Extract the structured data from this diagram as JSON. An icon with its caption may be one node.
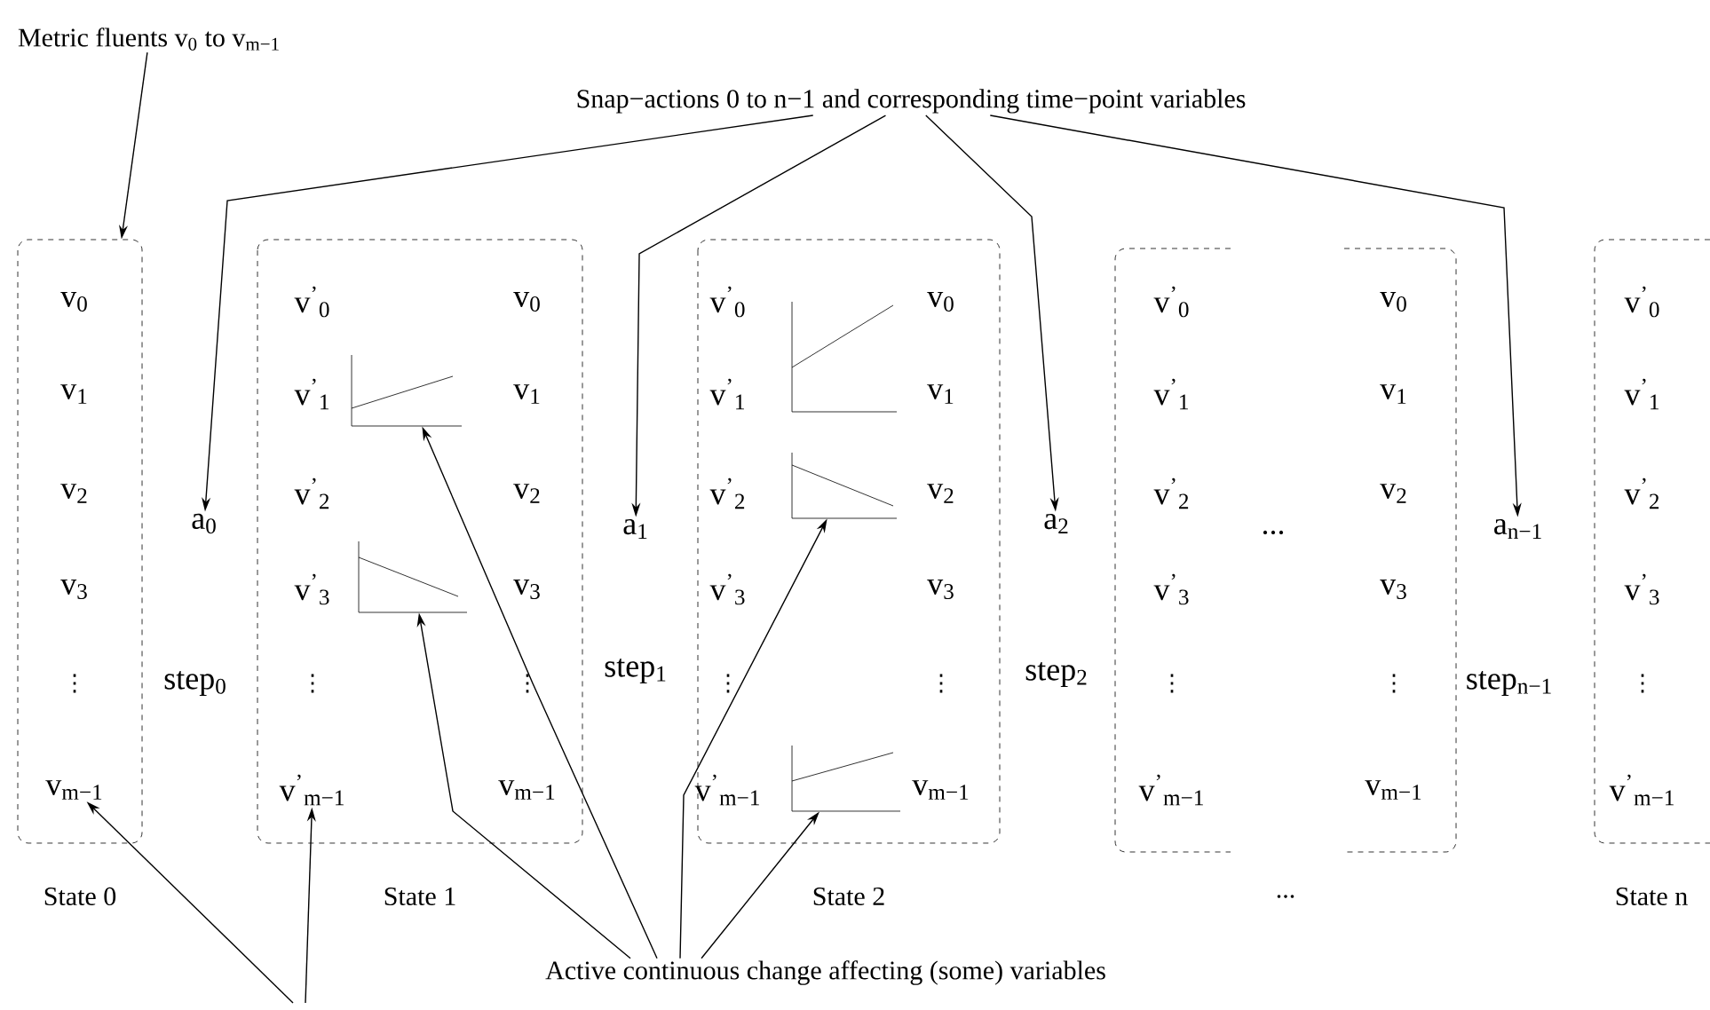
{
  "diagram": {
    "nodes": [
      {
        "text": [
          "Metric fluents v$_{0}$ to v$_{m−1}$"
        ]
      },
      {
        "text": [
          "Snap−actions 0 to n−1 and corresponding time−point variables"
        ]
      },
      {
        "text": [
          "State 0"
        ]
      },
      {
        "text": [
          "v$_{0}$"
        ],
        "in": 2
      },
      {
        "text": [
          "v$_{1}$"
        ],
        "in": 2
      },
      {
        "text": [
          "v$_{2}$"
        ],
        "in": 2
      },
      {
        "text": [
          "v$_{3}$"
        ],
        "in": 2
      },
      {
        "text": [
          "⋮"
        ],
        "in": 2
      },
      {
        "text": [
          "v$_{m−1}$"
        ],
        "in": 2
      },
      {
        "text": [
          "a$_{0}$"
        ]
      },
      {
        "text": [
          "State 1"
        ]
      },
      {
        "text": [
          "v$^{’}$$_{0}$"
        ],
        "in": 10
      },
      {
        "text": [
          "v$_{0}$"
        ],
        "in": 10
      },
      {
        "text": [
          "v$^{’}$$_{1}$"
        ],
        "in": 10
      },
      {
        "text": [
          "v$_{1}$"
        ],
        "in": 10
      },
      {
        "text": [
          "v$^{’}$$_{2}$"
        ],
        "in": 10
      },
      {
        "text": [
          "v$_{2}$"
        ],
        "in": 10
      },
      {
        "text": [
          "v$^{’}$$_{3}$"
        ],
        "in": 10
      },
      {
        "text": [
          "v$_{3}$"
        ],
        "in": 10
      },
      {
        "text": [
          "⋮"
        ],
        "in": 10
      },
      {
        "text": [
          "⋮"
        ],
        "in": 10
      },
      {
        "text": [
          "v$^{’}$$_{m−1}$"
        ],
        "in": 10
      },
      {
        "text": [
          "v$_{m−1}$"
        ],
        "in": 10
      },
      {
        "text": [],
        "shape": "graph",
        "in": 10
      },
      {
        "text": [],
        "shape": "graph",
        "in": 10
      },
      {
        "text": [
          "a$_{1}$"
        ]
      },
      {
        "text": [
          "State 2"
        ]
      },
      {
        "text": [
          "v$^{’}$$_{0}$"
        ],
        "in": 26
      },
      {
        "text": [
          "v$_{0}$"
        ],
        "in": 26
      },
      {
        "text": [
          "v$^{’}$$_{1}$"
        ],
        "in": 26
      },
      {
        "text": [
          "v$_{1}$"
        ],
        "in": 26
      },
      {
        "text": [
          "v$^{’}$$_{2}$"
        ],
        "in": 26
      },
      {
        "text": [
          "v$_{2}$"
        ],
        "in": 26
      },
      {
        "text": [
          "v$^{’}$$_{3}$"
        ],
        "in": 26
      },
      {
        "text": [
          "v$_{3}$"
        ],
        "in": 26
      },
      {
        "text": [
          "⋮"
        ],
        "in": 26
      },
      {
        "text": [
          "⋮"
        ],
        "in": 26
      },
      {
        "text": [
          "v$^{’}$$_{m−1}$"
        ],
        "in": 26
      },
      {
        "text": [
          "v$_{m−1}$"
        ],
        "in": 26
      },
      {
        "text": [],
        "shape": "graph",
        "in": 26
      },
      {
        "text": [],
        "shape": "graph",
        "in": 26
      },
      {
        "text": [],
        "shape": "graph",
        "in": 26
      },
      {
        "text": [
          "a$_{2}$"
        ]
      },
      {
        "text": [
          "..."
        ]
      },
      {
        "text": [
          "v$^{’}$$_{0}$"
        ],
        "in": 43
      },
      {
        "text": [
          "v$_{0}$"
        ],
        "in": 43
      },
      {
        "text": [
          "v$^{’}$$_{1}$"
        ],
        "in": 43
      },
      {
        "text": [
          "v$_{1}$"
        ],
        "in": 43
      },
      {
        "text": [
          "v$^{’}$$_{2}$"
        ],
        "in": 43
      },
      {
        "text": [
          "v$_{2}$"
        ],
        "in": 43
      },
      {
        "text": [
          "v$^{’}$$_{3}$"
        ],
        "in": 43
      },
      {
        "text": [
          "v$_{3}$"
        ],
        "in": 43
      },
      {
        "text": [
          "⋮"
        ],
        "in": 43
      },
      {
        "text": [
          "⋮"
        ],
        "in": 43
      },
      {
        "text": [
          "v$^{’}$$_{m−1}$"
        ],
        "in": 43
      },
      {
        "text": [
          "v$_{m−1}$"
        ],
        "in": 43
      },
      {
        "text": [
          "..."
        ],
        "in": 43
      },
      {
        "text": [
          "a$_{n−1}$"
        ]
      },
      {
        "text": [
          "State n"
        ]
      },
      {
        "text": [
          "v$^{’}$$_{0}$"
        ],
        "in": 58
      },
      {
        "text": [
          "v$^{’}$$_{1}$"
        ],
        "in": 58
      },
      {
        "text": [
          "v$^{’}$$_{2}$"
        ],
        "in": 58
      },
      {
        "text": [
          "v$^{’}$$_{3}$"
        ],
        "in": 58
      },
      {
        "text": [
          "⋮"
        ],
        "in": 58
      },
      {
        "text": [
          "v$^{’}$$_{m−1}$"
        ],
        "in": 58
      },
      {
        "text": [
          "Active continuous change affecting (some) variables"
        ]
      }
    ],
    "edges": [
      {
        "from": 0,
        "to": 2,
        "arrow": "to"
      },
      {
        "from": 1,
        "to": 9,
        "arrow": "to"
      },
      {
        "from": 1,
        "to": 25,
        "arrow": "to"
      },
      {
        "from": 1,
        "to": 42,
        "arrow": "to"
      },
      {
        "from": 1,
        "to": 57,
        "arrow": "to"
      },
      {
        "from": 65,
        "to": 23,
        "arrow": "to"
      },
      {
        "from": 65,
        "to": 24,
        "arrow": "to"
      },
      {
        "from": 65,
        "to": 40,
        "arrow": "to"
      },
      {
        "from": 65,
        "to": 41,
        "arrow": "to"
      },
      {
        "from": null,
        "to": 8,
        "arrow": "to"
      },
      {
        "from": null,
        "to": 21,
        "arrow": "to"
      }
    ],
    "labels": [
      "step$_{0}$",
      "step$_{1}$",
      "step$_{2}$",
      "step$_{n−1}$"
    ]
  }
}
